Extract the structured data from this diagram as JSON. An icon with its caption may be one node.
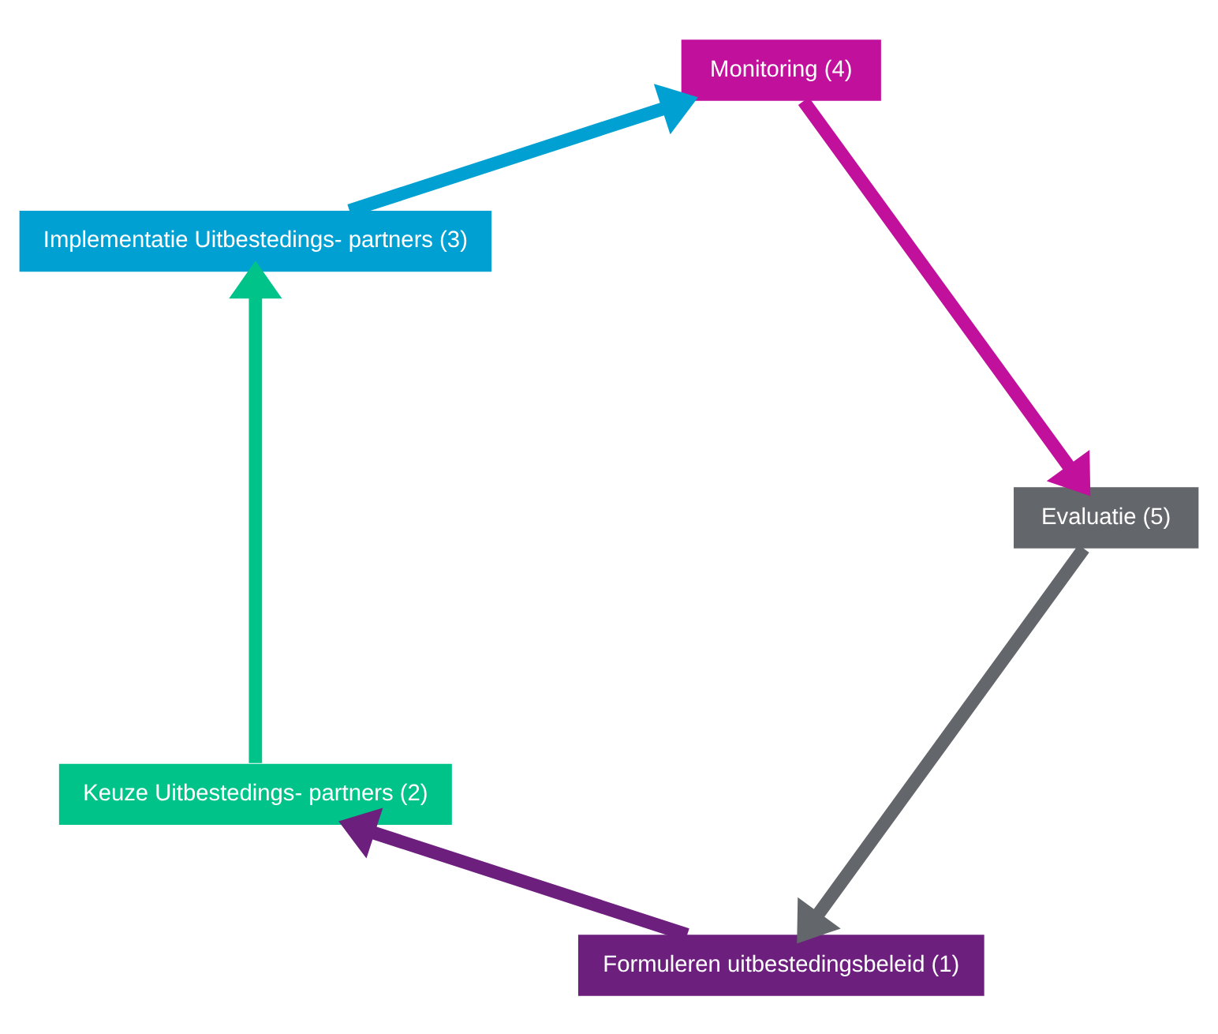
{
  "diagram": {
    "nodes": [
      {
        "text": [
          "Formuleren uitbestedingsbeleid (1)"
        ]
      },
      {
        "text": [
          "Keuze Uitbestedings- partners (2)"
        ]
      },
      {
        "text": [
          "Implementatie Uitbestedings- partners (3)"
        ]
      },
      {
        "text": [
          "Monitoring (4)"
        ]
      },
      {
        "text": [
          "Evaluatie (5)"
        ]
      }
    ],
    "edges": [
      {
        "from": 0,
        "to": 1,
        "arrow": "to",
        "color": "#6d1f7e"
      },
      {
        "from": 1,
        "to": 2,
        "arrow": "to",
        "color": "#00c389"
      },
      {
        "from": 2,
        "to": 3,
        "arrow": "to",
        "color": "#00a0d2"
      },
      {
        "from": 3,
        "to": 4,
        "arrow": "to",
        "color": "#c1109b"
      },
      {
        "from": 4,
        "to": 0,
        "arrow": "to",
        "color": "#63666a"
      }
    ]
  }
}
